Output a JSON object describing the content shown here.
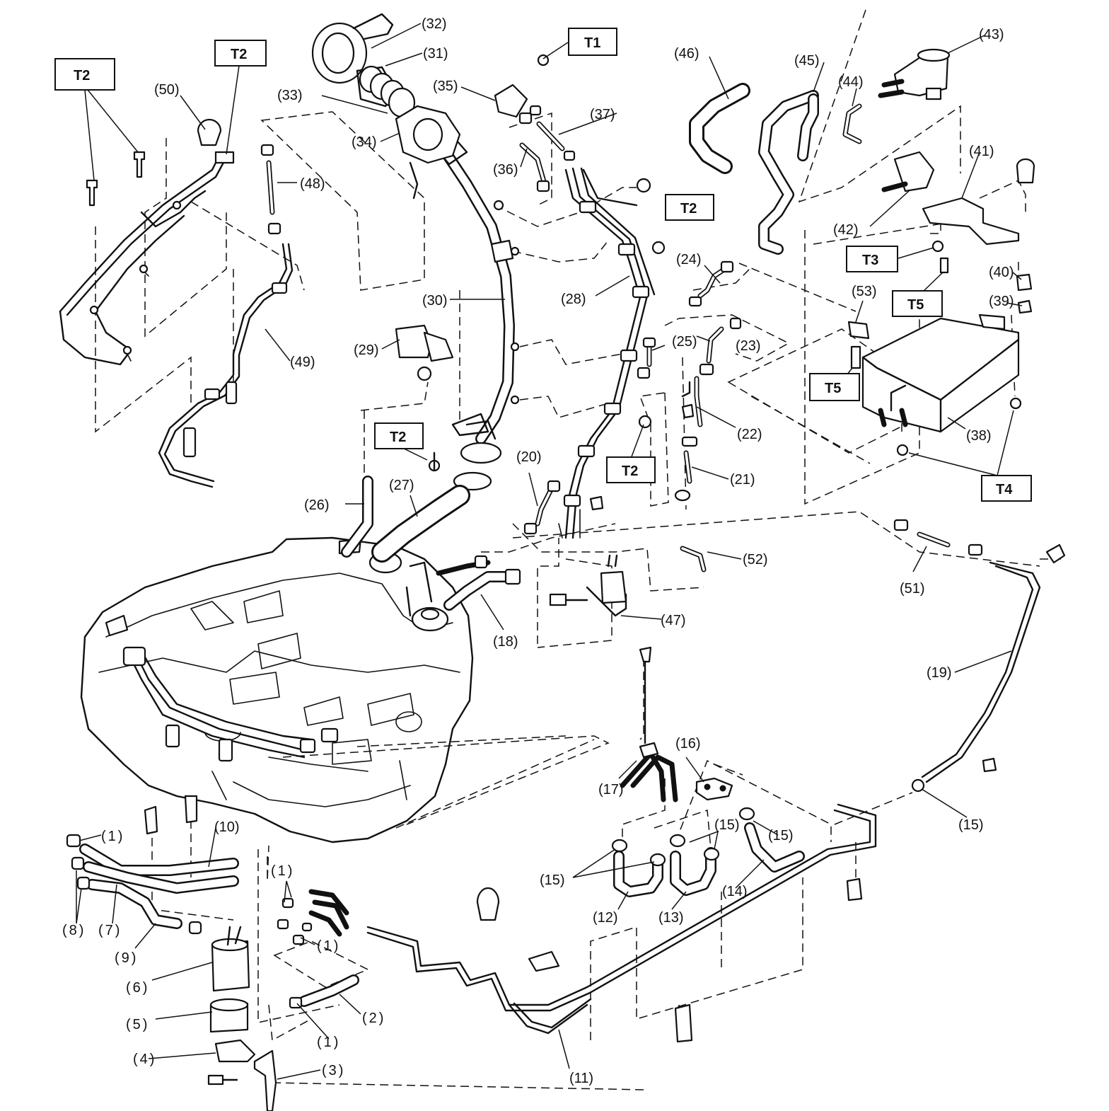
{
  "labels": {
    "p1": "(1)",
    "p2": "(2)",
    "p3": "(3)",
    "p4": "(4)",
    "p5": "(5)",
    "p6": "(6)",
    "p7": "(7)",
    "p8": "(8)",
    "p9": "(9)",
    "p10": "(10)",
    "p11": "(11)",
    "p12": "(12)",
    "p13": "(13)",
    "p14": "(14)",
    "p15": "(15)",
    "p16": "(16)",
    "p17": "(17)",
    "p18": "(18)",
    "p19": "(19)",
    "p20": "(20)",
    "p21": "(21)",
    "p22": "(22)",
    "p23": "(23)",
    "p24": "(24)",
    "p25": "(25)",
    "p26": "(26)",
    "p27": "(27)",
    "p28": "(28)",
    "p29": "(29)",
    "p30": "(30)",
    "p31": "(31)",
    "p32": "(32)",
    "p33": "(33)",
    "p34": "(34)",
    "p35": "(35)",
    "p36": "(36)",
    "p37": "(37)",
    "p38": "(38)",
    "p39": "(39)",
    "p40": "(40)",
    "p41": "(41)",
    "p42": "(42)",
    "p43": "(43)",
    "p44": "(44)",
    "p45": "(45)",
    "p46": "(46)",
    "p47": "(47)",
    "p48": "(48)",
    "p49": "(49)",
    "p50": "(50)",
    "p51": "(51)",
    "p52": "(52)",
    "p53": "(53)"
  },
  "torque": {
    "t1": "T1",
    "t2": "T2",
    "t3": "T3",
    "t4": "T4",
    "t5": "T5"
  }
}
